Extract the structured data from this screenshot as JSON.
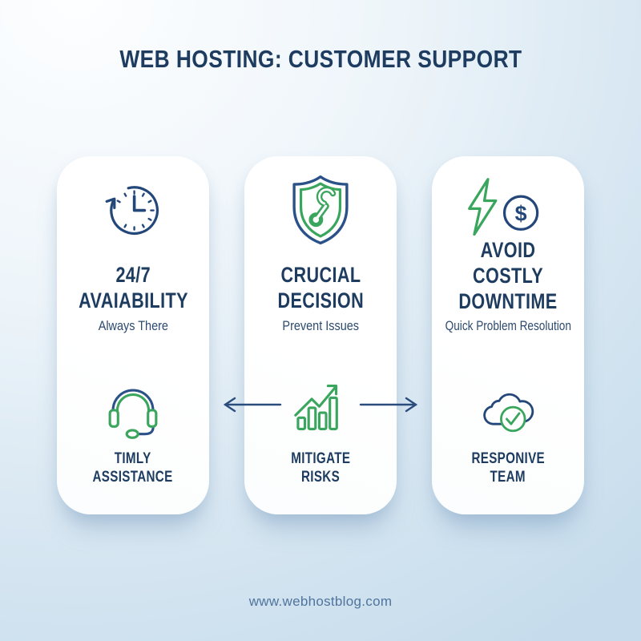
{
  "title": "WEB HOSTING: CUSTOMER SUPPORT",
  "cards": [
    {
      "id": "availability",
      "icon_top": "clock-refresh-icon",
      "heading_lines": [
        "24/7",
        "AVAIABILITY"
      ],
      "subtitle": "Always There",
      "icon_bottom": "headset-icon",
      "label_lines": [
        "TIMLY",
        "ASSISTANCE"
      ]
    },
    {
      "id": "crucial-decision",
      "icon_top": "shield-wrench-icon",
      "heading_lines": [
        "CRUCIAL",
        "DECISION"
      ],
      "subtitle": "Prevent Issues",
      "icon_bottom": "growth-chart-icon",
      "label_lines": [
        "MITIGATE",
        "RISKS"
      ]
    },
    {
      "id": "avoid-downtime",
      "icon_top": "lightning-dollar-icon",
      "heading_lines": [
        "AVOID",
        "COSTLY",
        "DOWNTIME"
      ],
      "subtitle": "Quick Problem Resolution",
      "icon_bottom": "cloud-check-icon",
      "label_lines": [
        "RESPONIVE",
        "TEAM"
      ]
    }
  ],
  "footer": {
    "url": "www.webhostblog.com"
  },
  "colors": {
    "navy": "#1d3c60",
    "navy-soft": "#2c4a6e",
    "icon-navy": "#24477a",
    "icon-blue": "#2a5188",
    "green": "#3aa55d",
    "arrow-blue": "#2b4d7e",
    "footer-blue": "#50749c",
    "bg-light": "#fdfeff",
    "bg-blue": "#c6dcec",
    "card-white": "#ffffff"
  }
}
